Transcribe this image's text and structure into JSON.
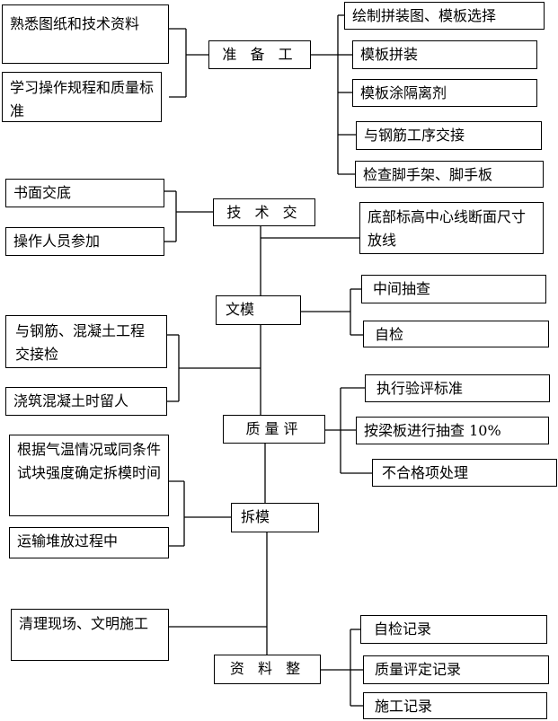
{
  "main_steps": {
    "prep": "准 备 工",
    "tech": "技 术 交",
    "civil": "文模",
    "quality": "质量评",
    "remove": "拆模",
    "data": "资 料 整"
  },
  "prep_left": [
    "熟悉图纸和技术资料",
    "学习操作规程和质量标准"
  ],
  "prep_right": [
    "绘制拼装图、模板选择",
    "模板拼装",
    "模板涂隔离剂",
    "与钢筋工序交接",
    "检查脚手架、脚手板"
  ],
  "tech_left": [
    "书面交底",
    "操作人员参加"
  ],
  "tech_right": [
    "底部标高中心线断面尺寸放线"
  ],
  "civil_left": [
    "与钢筋、混凝土工程交接检",
    "浇筑混凝土时留人"
  ],
  "civil_right": [
    "中间抽查",
    "自检"
  ],
  "quality_right": [
    "执行验评标准",
    "按梁板进行抽查 10%",
    "不合格项处理"
  ],
  "remove_left": [
    "根据气温情况或同条件试块强度确定拆模时间",
    "运输堆放过程中"
  ],
  "data_left": [
    "清理现场、文明施工"
  ],
  "data_right": [
    "自检记录",
    "质量评定记录",
    "施工记录"
  ]
}
